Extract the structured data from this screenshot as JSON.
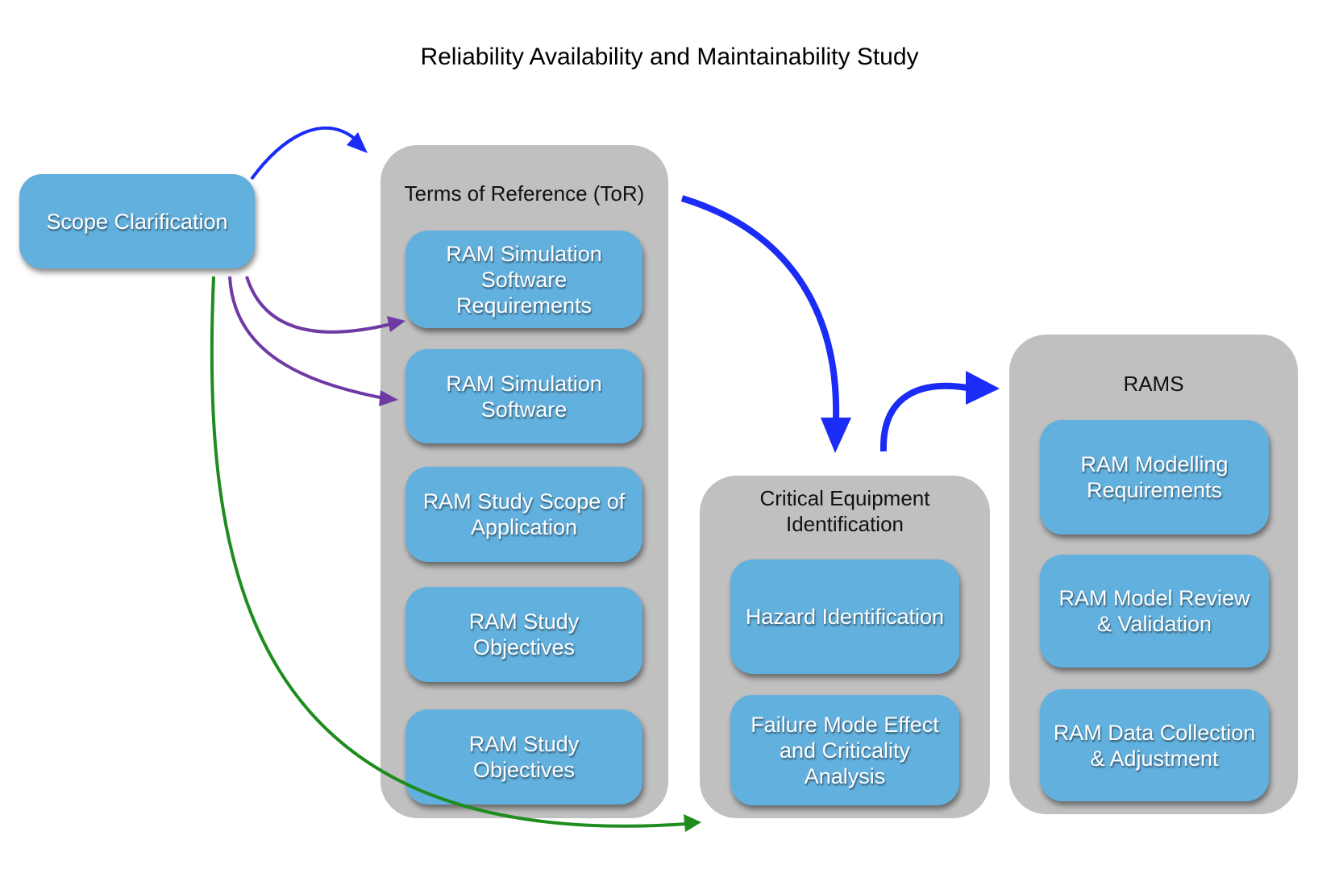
{
  "title": "Reliability Availability and Maintainability Study",
  "start_node": {
    "label": "Scope Clarification"
  },
  "groups": [
    {
      "label": "Terms of Reference (ToR)",
      "items": [
        "RAM Simulation\nSoftware\nRequirements",
        "RAM Simulation\nSoftware",
        "RAM Study Scope of\nApplication",
        "RAM Study\nObjectives",
        "RAM Study\nObjectives"
      ]
    },
    {
      "label": "Critical Equipment\nIdentification",
      "items": [
        "Hazard Identification",
        "Failure Mode Effect\nand Criticality\nAnalysis"
      ]
    },
    {
      "label": "RAMS",
      "items": [
        "RAM Modelling\nRequirements",
        "RAM Model Review\n& Validation",
        "RAM Data Collection\n& Adjustment"
      ]
    }
  ],
  "colors": {
    "group_bg": "#c0c0c0",
    "box_bg": "#62b0de",
    "arrow_blue": "#1a2cf5",
    "arrow_purple": "#6f3aa3",
    "arrow_green": "#1e8c1e"
  }
}
